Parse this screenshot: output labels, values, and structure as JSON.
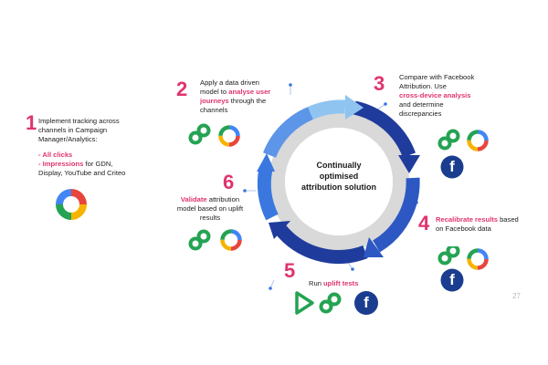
{
  "center_text": {
    "line1": "Continually",
    "line2": "optimised",
    "line3": "attribution solution"
  },
  "steps": [
    {
      "number": "1",
      "line1": "Implement tracking across",
      "line2": "channels in Campaign",
      "line3": "Manager/Analytics:",
      "bullet1": "- All clicks",
      "bullet2_prefix": "- ",
      "bullet2_hl": "Impressions",
      "bullet2_rest": " for GDN,",
      "bullet3": "Display, YouTube and Criteo"
    },
    {
      "number": "2",
      "line1": "Apply a data driven",
      "line2_prefix": "model to ",
      "line2_hl": "analyse user",
      "line3_hl": "journeys",
      "line3_rest": " through the",
      "line4": "channels"
    },
    {
      "number": "3",
      "line1": "Compare with Facebook",
      "line2": "Attribution. Use",
      "line3_hl": "cross-device analysis",
      "line4": "and determine",
      "line5": "discrepancies"
    },
    {
      "number": "4",
      "line1_hl": "Recalibrate results",
      "line1_rest": " based",
      "line2": "on Facebook data"
    },
    {
      "number": "5",
      "line1_prefix": "Run ",
      "line1_hl": "uplift tests"
    },
    {
      "number": "6",
      "line1_hl": "Validate",
      "line1_rest": " attribution",
      "line2": "model based on uplift",
      "line3": "results"
    }
  ],
  "icons": {
    "facebook_glyph": "f"
  },
  "page_number": "27",
  "colors": {
    "accent_pink": "#e0346c",
    "light_blue": "#8fc4f0",
    "mid_blue": "#3a78e0",
    "dark_blue": "#1f3c9c",
    "ring_grey": "#d9d9d9",
    "facebook_blue": "#1a3d8f",
    "green": "#24a353",
    "analytics_red": "#e8453c",
    "analytics_yellow": "#f6b400",
    "analytics_blue": "#4285f4"
  }
}
